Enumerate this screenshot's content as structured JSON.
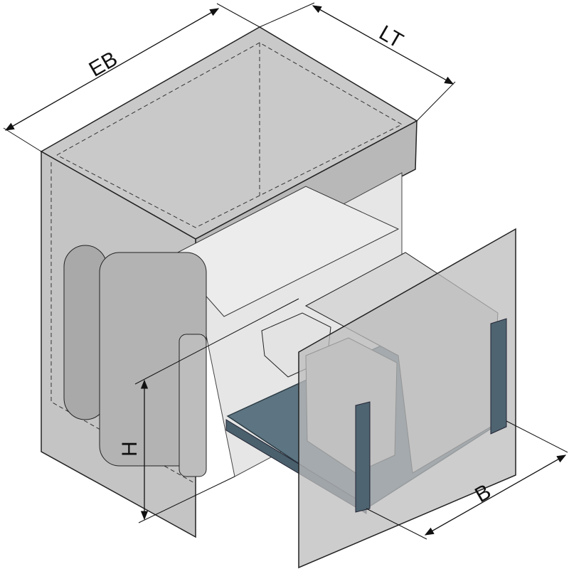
{
  "diagram": {
    "dimensions": [
      {
        "id": "eb",
        "label": "EB"
      },
      {
        "id": "lt",
        "label": "LT"
      },
      {
        "id": "h",
        "label": "H"
      },
      {
        "id": "b",
        "label": "B"
      }
    ],
    "colors": {
      "cabinet": "#c8c8c8",
      "cabinet_dark": "#b4b4b4",
      "door": "#bdbdbd",
      "frame": "#4e6470",
      "bin": "#d9d9d9",
      "line": "#1a1a1a"
    }
  }
}
